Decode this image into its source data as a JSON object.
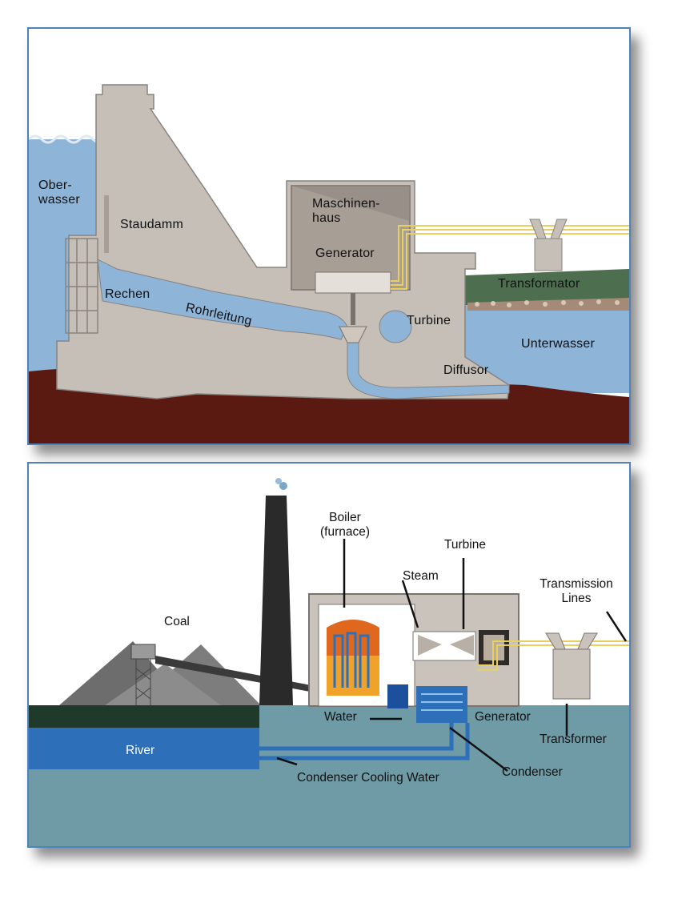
{
  "hydro": {
    "labels": {
      "oberwasser": "Ober-\nwasser",
      "staudamm": "Staudamm",
      "maschinenhaus": "Maschinen-\nhaus",
      "generator": "Generator",
      "transformator": "Transformator",
      "rechen": "Rechen",
      "rohrleitung": "Rohrleitung",
      "turbine": "Turbine",
      "unterwasser": "Unterwasser",
      "diffusor": "Diffusor"
    }
  },
  "coal": {
    "labels": {
      "coal": "Coal",
      "boiler": "Boiler\n(furnace)",
      "turbine": "Turbine",
      "steam": "Steam",
      "transmission": "Transmission\nLines",
      "water": "Water",
      "generator": "Generator",
      "river": "River",
      "transformer": "Transformer",
      "condenser": "Condenser",
      "condenser_cooling": "Condenser Cooling Water"
    }
  },
  "colors": {
    "frame": "#4f81bd",
    "water_light": "#8eb4d8",
    "dam": "#c5bfb8",
    "earth": "#5a1a12",
    "river": "#2d6fb8",
    "ground_teal": "#6f9ba7"
  }
}
